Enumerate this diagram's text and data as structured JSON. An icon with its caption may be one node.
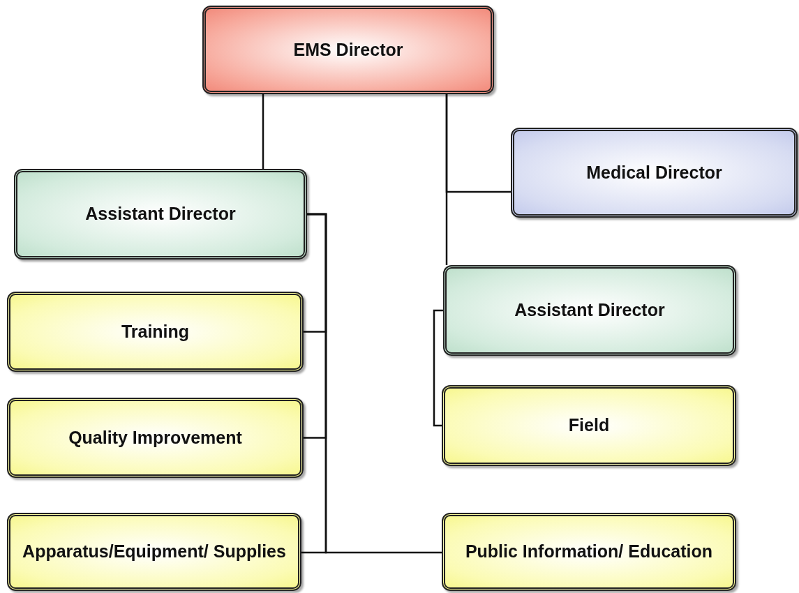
{
  "diagram": {
    "nodes": [
      {
        "text": [
          "EMS Director"
        ]
      },
      {
        "text": [
          "Assistant Director"
        ]
      },
      {
        "text": [
          "Medical Director"
        ]
      },
      {
        "text": [
          "Assistant Director"
        ]
      },
      {
        "text": [
          "Training"
        ]
      },
      {
        "text": [
          "Quality Improvement"
        ]
      },
      {
        "text": [
          "Apparatus/Equipment/ Supplies"
        ]
      },
      {
        "text": [
          "Field"
        ]
      },
      {
        "text": [
          "Public Information/ Education"
        ]
      }
    ],
    "edges": [
      {
        "from": 0,
        "to": 1,
        "arrow": "none"
      },
      {
        "from": 0,
        "to": 2,
        "arrow": "none"
      },
      {
        "from": 0,
        "to": 3,
        "arrow": "none"
      },
      {
        "from": 1,
        "to": 4,
        "arrow": "none"
      },
      {
        "from": 1,
        "to": 5,
        "arrow": "none"
      },
      {
        "from": 1,
        "to": 6,
        "arrow": "none"
      },
      {
        "from": 1,
        "to": 8,
        "arrow": "none"
      },
      {
        "from": 3,
        "to": 7,
        "arrow": "none"
      }
    ]
  }
}
